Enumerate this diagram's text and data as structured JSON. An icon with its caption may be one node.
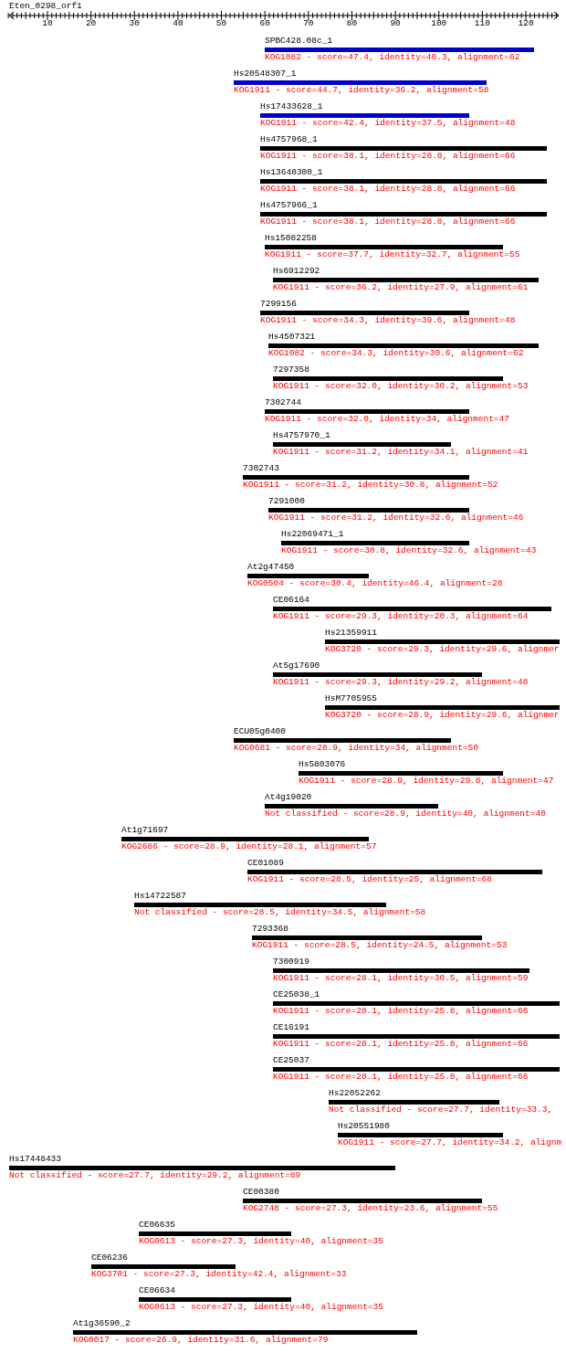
{
  "diagram": {
    "title": "Eten_0298_orf1",
    "nodes": [
      {
        "text": [
          "SPBC428.08c_1",
          "KOG1082 - score=47.4, identity=40.3, alignment=62"
        ]
      },
      {
        "text": [
          "Hs20548307_1",
          "KOG1911 - score=44.7, identity=36.2, alignment=58"
        ]
      },
      {
        "text": [
          "Hs17433628_1",
          "KOG1911 - score=42.4, identity=37.5, alignment=48"
        ]
      },
      {
        "text": [
          "Hs4757968_1",
          "KOG1911 - score=38.1, identity=28.8, alignment=66"
        ]
      },
      {
        "text": [
          "Hs13640300_1",
          "KOG1911 - score=38.1, identity=28.8, alignment=66"
        ]
      },
      {
        "text": [
          "Hs4757966_1",
          "KOG1911 - score=38.1, identity=28.8, alignment=66"
        ]
      },
      {
        "text": [
          "Hs15082258",
          "KOG1911 - score=37.7, identity=32.7, alignment=55"
        ]
      },
      {
        "text": [
          "Hs6912292",
          "KOG1911 - score=36.2, identity=27.9, alignment=61"
        ]
      },
      {
        "text": [
          "7299156",
          "KOG1911 - score=34.3, identity=39.6, alignment=48"
        ]
      },
      {
        "text": [
          "Hs4507321",
          "KOG1082 - score=34.3, identity=30.6, alignment=62"
        ]
      },
      {
        "text": [
          "7297358",
          "KOG1911 - score=32.0, identity=30.2, alignment=53"
        ]
      },
      {
        "text": [
          "7302744",
          "KOG1911 - score=32.0, identity=34, alignment=47"
        ]
      },
      {
        "text": [
          "Hs4757970_1",
          "KOG1911 - score=31.2, identity=34.1, alignment=41"
        ]
      },
      {
        "text": [
          "7302743",
          "KOG1911 - score=31.2, identity=30.8, alignment=52"
        ]
      },
      {
        "text": [
          "7291000",
          "KOG1911 - score=31.2, identity=32.6, alignment=46"
        ]
      },
      {
        "text": [
          "Hs22069471_1",
          "KOG1911 - score=30.8, identity=32.6, alignment=43"
        ]
      },
      {
        "text": [
          "At2g47450",
          "KOG0504 - score=30.4, identity=46.4, alignment=28"
        ]
      },
      {
        "text": [
          "CE06164",
          "KOG1911 - score=29.3, identity=20.3, alignment=64"
        ]
      },
      {
        "text": [
          "Hs21359911",
          "KOG3720 - score=29.3, identity=29.6, alignmer"
        ]
      },
      {
        "text": [
          "At5g17690",
          "KOG1911 - score=29.3, identity=29.2, alignment=48"
        ]
      },
      {
        "text": [
          "HsM7705955",
          "KOG3720 - score=28.9, identity=29.6, alignmer"
        ]
      },
      {
        "text": [
          "ECU05g0400",
          "KOG0681 - score=28.9, identity=34, alignment=50"
        ]
      },
      {
        "text": [
          "Hs5803076",
          "KOG1911 - score=28.9, identity=29.8, alignment=47"
        ]
      },
      {
        "text": [
          "At4g19020",
          "Not classified - score=28.9, identity=40, alignment=40"
        ]
      },
      {
        "text": [
          "At1g71697",
          "KOG2686 - score=28.9, identity=28.1, alignment=57"
        ]
      },
      {
        "text": [
          "CE01089",
          "KOG1911 - score=28.5, identity=25, alignment=68"
        ]
      },
      {
        "text": [
          "Hs14722587",
          "Not classified - score=28.5, identity=34.5, alignment=58"
        ]
      },
      {
        "text": [
          "7293368",
          "KOG1911 - score=28.5, identity=24.5, alignment=53"
        ]
      },
      {
        "text": [
          "7300919",
          "KOG1911 - score=28.1, identity=30.5, alignment=59"
        ]
      },
      {
        "text": [
          "CE25038_1",
          "KOG1911 - score=28.1, identity=25.8, alignment=66"
        ]
      },
      {
        "text": [
          "CE16191",
          "KOG1911 - score=28.1, identity=25.8, alignment=66"
        ]
      },
      {
        "text": [
          "CE25037",
          "KOG1911 - score=28.1, identity=25.8, alignment=66"
        ]
      },
      {
        "text": [
          "Hs22052262",
          "Not classified - score=27.7, identity=33.3,"
        ]
      },
      {
        "text": [
          "Hs20551980",
          "KOG1911 - score=27.7, identity=34.2, alignm"
        ]
      },
      {
        "text": [
          "Hs17448433",
          "Not classified - score=27.7, identity=29.2, alignment=89"
        ]
      },
      {
        "text": [
          "CE00380",
          "KOG2748 - score=27.3, identity=23.6, alignment=55"
        ]
      },
      {
        "text": [
          "CE06635",
          "KOG0613 - score=27.3, identity=40, alignment=35"
        ]
      },
      {
        "text": [
          "CE06236",
          "KOG3701 - score=27.3, identity=42.4, alignment=33"
        ]
      },
      {
        "text": [
          "CE06634",
          "KOG0613 - score=27.3, identity=40, alignment=35"
        ]
      },
      {
        "text": [
          "At1g36590_2",
          "KOG0017 - score=26.9, identity=31.6, alignment=79"
        ]
      }
    ],
    "labels": [
      "10",
      "20",
      "30",
      "40",
      "50",
      "60",
      "70",
      "80",
      "90",
      "100",
      "110",
      "120"
    ]
  }
}
